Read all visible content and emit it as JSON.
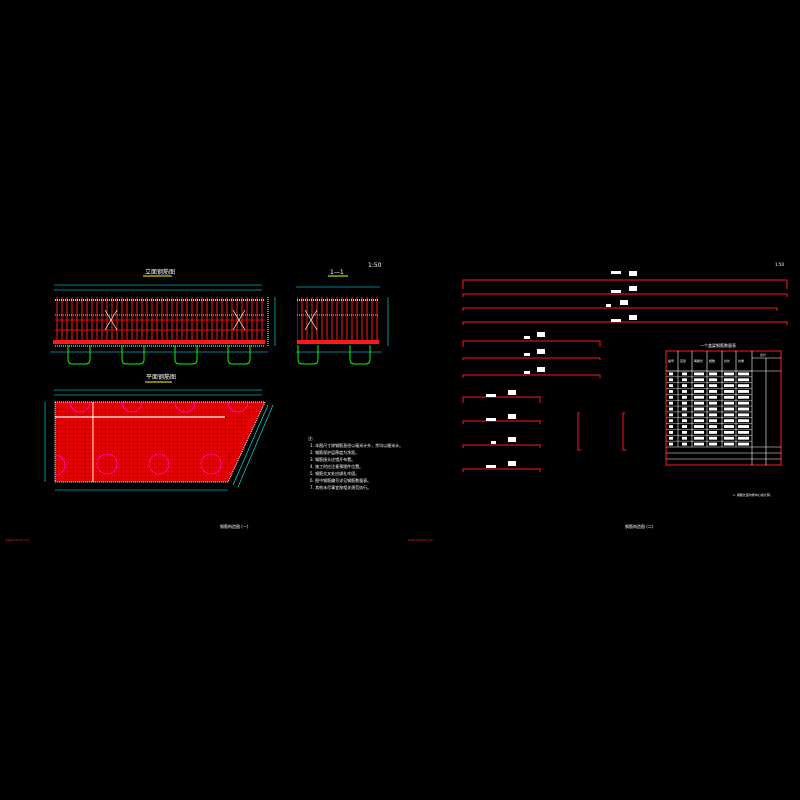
{
  "sheet1": {
    "title": "钢筋构造图 (一)",
    "elevation_title": "立面钢筋图",
    "section_title": "1—1",
    "plan_title": "平面钢筋图",
    "scale": "1:50",
    "notes_heading": "注:",
    "notes": [
      "1. 本图尺寸除钢筋直径以毫米计外，余均以厘米计。",
      "2. 钢筋保护层厚度为净距。",
      "3. 钢筋接头应错开布置。",
      "4. 施工时应注意预埋件位置。",
      "5. 钢筋交叉处应绑扎牢固。",
      "6. 图中钢筋编号详见钢筋数量表。",
      "7. 其他未尽事宜按相关规范执行。"
    ],
    "watermark": "www.mfcad.com"
  },
  "sheet2": {
    "title": "钢筋构造图 (二)",
    "scale": "1:50",
    "table_title": "一个盖梁钢筋数量表",
    "table_headers": [
      "编号",
      "直径",
      "每根长",
      "根数",
      "共长",
      "共重",
      "合计"
    ],
    "table_rows": 13,
    "note": "1. 钢筋长度均按中心线计算。",
    "watermark": "www.mfcad.com"
  }
}
